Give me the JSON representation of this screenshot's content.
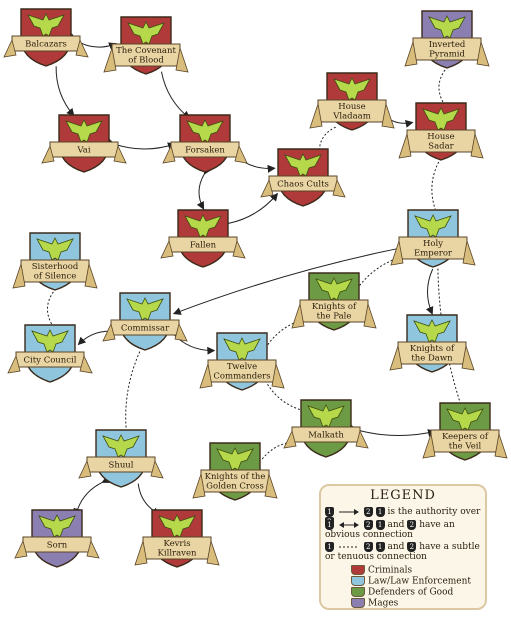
{
  "colors": {
    "criminals": "#b03a3a",
    "law": "#8fc6de",
    "good": "#6d9a45",
    "mages": "#8a7fb0",
    "scroll": "#e9d5a3",
    "bird": "#b5d94a"
  },
  "nodes": [
    {
      "id": "balcazars",
      "label": [
        "Balcazars"
      ],
      "group": "criminals"
    },
    {
      "id": "covenant",
      "label": [
        "The Covenant",
        "of Blood"
      ],
      "group": "criminals"
    },
    {
      "id": "vai",
      "label": [
        "Vai"
      ],
      "group": "criminals"
    },
    {
      "id": "forsaken",
      "label": [
        "Forsaken"
      ],
      "group": "criminals"
    },
    {
      "id": "house_vladaam",
      "label": [
        "House",
        "Vladaam"
      ],
      "group": "criminals"
    },
    {
      "id": "inverted_pyramid",
      "label": [
        "Inverted",
        "Pyramid"
      ],
      "group": "mages"
    },
    {
      "id": "house_sadar",
      "label": [
        "House",
        "Sadar"
      ],
      "group": "criminals"
    },
    {
      "id": "chaos_cults",
      "label": [
        "Chaos Cults"
      ],
      "group": "criminals"
    },
    {
      "id": "fallen",
      "label": [
        "Fallen"
      ],
      "group": "criminals"
    },
    {
      "id": "holy_emperor",
      "label": [
        "Holy",
        "Emperor"
      ],
      "group": "law"
    },
    {
      "id": "sisterhood",
      "label": [
        "Sisterhood",
        "of Silence"
      ],
      "group": "law"
    },
    {
      "id": "commissar",
      "label": [
        "Commissar"
      ],
      "group": "law"
    },
    {
      "id": "knights_pale",
      "label": [
        "Knights of",
        "the Pale"
      ],
      "group": "good"
    },
    {
      "id": "knights_dawn",
      "label": [
        "Knights of",
        "the Dawn"
      ],
      "group": "law"
    },
    {
      "id": "city_council",
      "label": [
        "City Council"
      ],
      "group": "law"
    },
    {
      "id": "twelve_commanders",
      "label": [
        "Twelve",
        "Commanders"
      ],
      "group": "law"
    },
    {
      "id": "malkath",
      "label": [
        "Malkath"
      ],
      "group": "good"
    },
    {
      "id": "keepers",
      "label": [
        "Keepers of",
        "the Veil"
      ],
      "group": "good"
    },
    {
      "id": "shuul",
      "label": [
        "Shuul"
      ],
      "group": "law"
    },
    {
      "id": "knights_golden",
      "label": [
        "Knights of the",
        "Golden Cross"
      ],
      "group": "good"
    },
    {
      "id": "sorn",
      "label": [
        "Sorn"
      ],
      "group": "mages"
    },
    {
      "id": "kevris",
      "label": [
        "Kevris",
        "Killraven"
      ],
      "group": "criminals"
    }
  ],
  "edges": [
    {
      "from": "balcazars",
      "to": "covenant",
      "type": "obvious"
    },
    {
      "from": "balcazars",
      "to": "vai",
      "type": "authority"
    },
    {
      "from": "covenant",
      "to": "forsaken",
      "type": "authority"
    },
    {
      "from": "vai",
      "to": "forsaken",
      "type": "obvious"
    },
    {
      "from": "forsaken",
      "to": "chaos_cults",
      "type": "obvious"
    },
    {
      "from": "forsaken",
      "to": "fallen",
      "type": "obvious"
    },
    {
      "from": "fallen",
      "to": "chaos_cults",
      "type": "obvious"
    },
    {
      "from": "house_vladaam",
      "to": "house_sadar",
      "type": "obvious"
    },
    {
      "from": "house_vladaam",
      "to": "chaos_cults",
      "type": "tenuous"
    },
    {
      "from": "inverted_pyramid",
      "to": "house_sadar",
      "type": "tenuous"
    },
    {
      "from": "house_sadar",
      "to": "holy_emperor",
      "type": "tenuous"
    },
    {
      "from": "holy_emperor",
      "to": "commissar",
      "type": "authority"
    },
    {
      "from": "holy_emperor",
      "to": "knights_dawn",
      "type": "authority"
    },
    {
      "from": "holy_emperor",
      "to": "knights_pale",
      "type": "tenuous"
    },
    {
      "from": "holy_emperor",
      "to": "keepers",
      "type": "tenuous"
    },
    {
      "from": "sisterhood",
      "to": "city_council",
      "type": "tenuous"
    },
    {
      "from": "commissar",
      "to": "city_council",
      "type": "authority"
    },
    {
      "from": "commissar",
      "to": "twelve_commanders",
      "type": "authority"
    },
    {
      "from": "commissar",
      "to": "shuul",
      "type": "tenuous"
    },
    {
      "from": "knights_pale",
      "to": "twelve_commanders",
      "type": "tenuous"
    },
    {
      "from": "twelve_commanders",
      "to": "malkath",
      "type": "tenuous"
    },
    {
      "from": "malkath",
      "to": "keepers",
      "type": "obvious"
    },
    {
      "from": "malkath",
      "to": "knights_golden",
      "type": "tenuous"
    },
    {
      "from": "shuul",
      "to": "sorn",
      "type": "obvious"
    },
    {
      "from": "shuul",
      "to": "kevris",
      "type": "authority"
    }
  ],
  "legend": {
    "title": "LEGEND",
    "n1": "1",
    "n2": "2",
    "authority_text": "is the authority over",
    "obvious_and": "and",
    "obvious_text": "have an obvious connection",
    "tenuous_and": "and",
    "tenuous_text": "have a subtle or tenuous connection",
    "groups": [
      {
        "key": "criminals",
        "label": "Criminals"
      },
      {
        "key": "law",
        "label": "Law/Law Enforcement"
      },
      {
        "key": "good",
        "label": "Defenders of Good"
      },
      {
        "key": "mages",
        "label": "Mages"
      }
    ]
  }
}
